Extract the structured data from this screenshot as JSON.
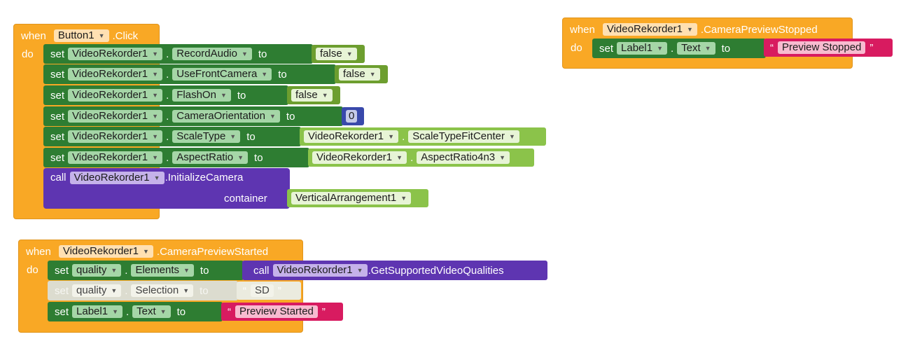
{
  "block1": {
    "when": "when",
    "component": "Button1",
    "event": ".Click",
    "do": "do",
    "rows": [
      {
        "verb": "set",
        "comp": "VideoRekorder1",
        "prop": "RecordAudio",
        "to": "to",
        "value": "false"
      },
      {
        "verb": "set",
        "comp": "VideoRekorder1",
        "prop": "UseFrontCamera",
        "to": "to",
        "value": "false"
      },
      {
        "verb": "set",
        "comp": "VideoRekorder1",
        "prop": "FlashOn",
        "to": "to",
        "value": "false"
      },
      {
        "verb": "set",
        "comp": "VideoRekorder1",
        "prop": "CameraOrientation",
        "to": "to",
        "value": "0"
      },
      {
        "verb": "set",
        "comp": "VideoRekorder1",
        "prop": "ScaleType",
        "to": "to",
        "value_comp": "VideoRekorder1",
        "value_prop": "ScaleTypeFitCenter"
      },
      {
        "verb": "set",
        "comp": "VideoRekorder1",
        "prop": "AspectRatio",
        "to": "to",
        "value_comp": "VideoRekorder1",
        "value_prop": "AspectRatio4n3"
      }
    ],
    "call": {
      "verb": "call",
      "comp": "VideoRekorder1",
      "method": ".InitializeCamera",
      "param": "container",
      "arg": "VerticalArrangement1"
    }
  },
  "block2": {
    "when": "when",
    "component": "VideoRekorder1",
    "event": ".CameraPreviewStopped",
    "do": "do",
    "row": {
      "verb": "set",
      "comp": "Label1",
      "prop": "Text",
      "to": "to",
      "open_quote": "“",
      "text": "Preview Stopped",
      "close_quote": "”"
    }
  },
  "block3": {
    "when": "when",
    "component": "VideoRekorder1",
    "event": ".CameraPreviewStarted",
    "do": "do",
    "row1": {
      "verb": "set",
      "comp": "quality",
      "prop": "Elements",
      "to": "to",
      "call": "call",
      "call_comp": "VideoRekorder1",
      "call_method": ".GetSupportedVideoQualities"
    },
    "row2": {
      "verb": "set",
      "comp": "quality",
      "prop": "Selection",
      "to": "to",
      "open_quote": "“",
      "text": "SD",
      "close_quote": "”"
    },
    "row3": {
      "verb": "set",
      "comp": "Label1",
      "prop": "Text",
      "to": "to",
      "open_quote": "“",
      "text": "Preview Started",
      "close_quote": "”"
    }
  },
  "icons": {
    "dropdown": "chevron-down-icon"
  },
  "colors": {
    "event": "#f9a825",
    "setter": "#2e7d32",
    "call": "#5e35b1",
    "boolean": "#6d9e2f",
    "number": "#3949ab",
    "text": "#d81b60"
  }
}
